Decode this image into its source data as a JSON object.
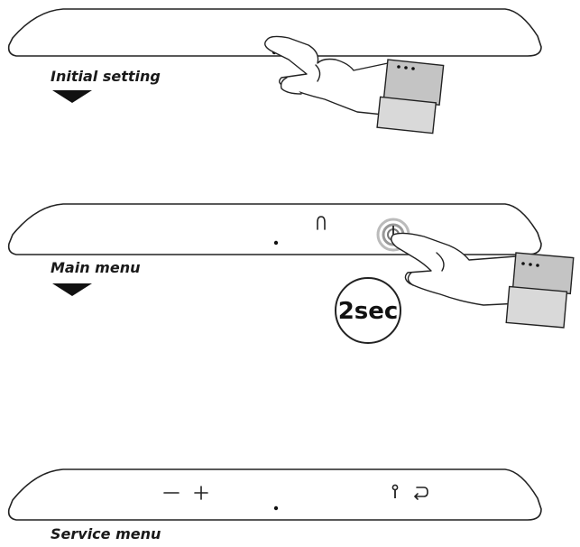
{
  "steps": [
    {
      "label": "Initial setting"
    },
    {
      "label": "Main menu"
    },
    {
      "label": "Service menu"
    }
  ],
  "timer": {
    "label": "2sec"
  },
  "icons": {
    "panel1": [
      "sensor-dot-icon"
    ],
    "panel2": [
      "power-icon",
      "settings-key-icon",
      "sensor-dot-icon"
    ],
    "panel3": [
      "minus-icon",
      "plus-icon",
      "settings-key-icon",
      "back-icon",
      "sensor-dot-icon"
    ]
  },
  "colors": {
    "line": "#222222",
    "sleeve": "#d9d9d9",
    "sleeve_top": "#c4c4c4"
  }
}
